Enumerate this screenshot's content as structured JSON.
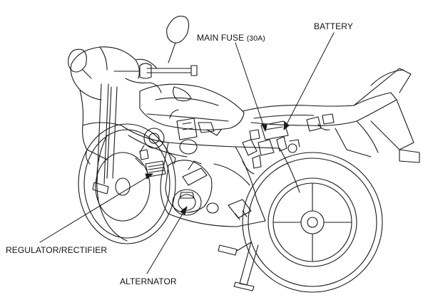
{
  "diagram": {
    "labels": {
      "main_fuse": "MAIN FUSE",
      "main_fuse_rating": "(30A)",
      "battery": "BATTERY",
      "regulator_rectifier": "REGULATOR/RECTIFIER",
      "alternator": "ALTERNATOR"
    },
    "line_color": "#1a1a1a",
    "background": "#ffffff"
  }
}
